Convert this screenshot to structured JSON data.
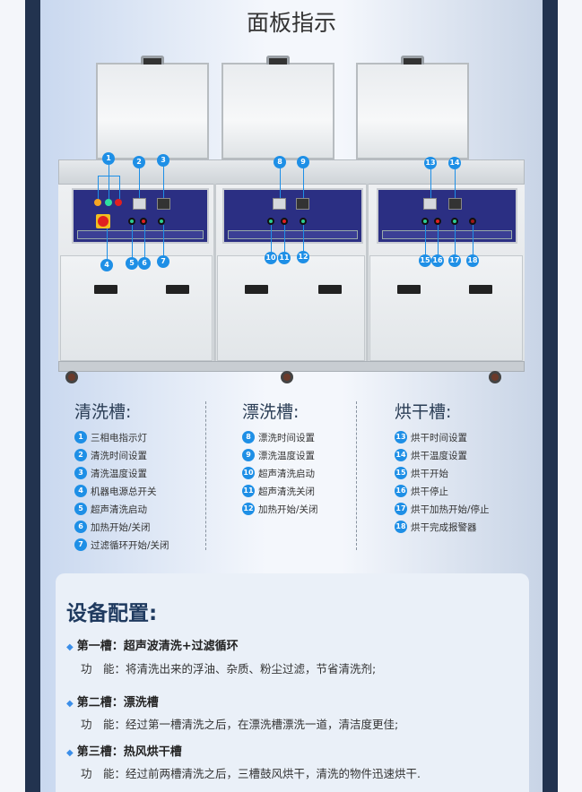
{
  "title": "面板指示",
  "groups": [
    {
      "heading": "清洗槽:",
      "items": [
        {
          "n": "1",
          "label": "三相电指示灯"
        },
        {
          "n": "2",
          "label": "清洗时间设置"
        },
        {
          "n": "3",
          "label": "清洗温度设置"
        },
        {
          "n": "4",
          "label": "机器电源总开关"
        },
        {
          "n": "5",
          "label": "超声清洗启动"
        },
        {
          "n": "6",
          "label": "加热开始/关闭"
        },
        {
          "n": "7",
          "label": "过滤循环开始/关闭"
        }
      ]
    },
    {
      "heading": "漂洗槽:",
      "items": [
        {
          "n": "8",
          "label": "漂洗时间设置"
        },
        {
          "n": "9",
          "label": "漂洗温度设置"
        },
        {
          "n": "10",
          "label": "超声清洗启动"
        },
        {
          "n": "11",
          "label": "超声清洗关闭"
        },
        {
          "n": "12",
          "label": "加热开始/关闭"
        }
      ]
    },
    {
      "heading": "烘干槽:",
      "items": [
        {
          "n": "13",
          "label": "烘干时间设置"
        },
        {
          "n": "14",
          "label": "烘干温度设置"
        },
        {
          "n": "15",
          "label": "烘干开始"
        },
        {
          "n": "16",
          "label": "烘干停止"
        },
        {
          "n": "17",
          "label": "烘干加热开始/停止"
        },
        {
          "n": "18",
          "label": "烘干完成报警器"
        }
      ]
    }
  ],
  "config": {
    "title": "设备配置:",
    "sections": [
      {
        "name": "第一槽：超声波清洗+过滤循环",
        "desc": "功　能：将清洗出来的浮油、杂质、粉尘过滤，节省清洗剂;"
      },
      {
        "name": "第二槽：漂洗槽",
        "desc": "功　能：经过第一槽清洗之后，在漂洗槽漂洗一道，清洁度更佳;"
      },
      {
        "name": "第三槽：热风烘干槽",
        "desc": "功　能：经过前两槽清洗之后，三槽鼓风烘干，清洗的物件迅速烘干."
      }
    ]
  }
}
